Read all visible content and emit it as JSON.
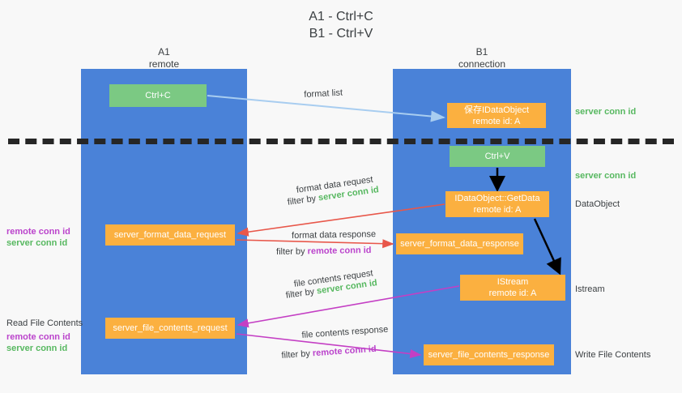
{
  "title": {
    "line1": "A1 - Ctrl+C",
    "line2": "B1 - Ctrl+V"
  },
  "lanes": [
    {
      "id": "a1",
      "name": "A1",
      "role": "remote"
    },
    {
      "id": "b1",
      "name": "B1",
      "role": "connection"
    }
  ],
  "nodes": {
    "ctrl_c": {
      "label": "Ctrl+C",
      "color": "#7bc983"
    },
    "save_idataobject": {
      "line1": "保存IDataObject",
      "line2": "remote id: A",
      "color": "#fbb040"
    },
    "ctrl_v": {
      "label": "Ctrl+V",
      "color": "#7bc983"
    },
    "getdata": {
      "line1": "IDataObject::GetData",
      "line2": "remote id: A",
      "color": "#fbb040"
    },
    "istream": {
      "line1": "IStream",
      "line2": "remote id: A",
      "color": "#fbb040"
    },
    "format_data_request": {
      "label": "server_format_data_request",
      "color": "#fbb040"
    },
    "format_data_response": {
      "label": "server_format_data_response",
      "color": "#fbb040"
    },
    "file_contents_request": {
      "label": "server_file_contents_request",
      "color": "#fbb040"
    },
    "file_contents_response": {
      "label": "server_file_contents_response",
      "color": "#fbb040"
    }
  },
  "edge_labels": {
    "format_list": "format list",
    "format_data_request": "format data request",
    "format_data_request_filter_prefix": "filter by ",
    "format_data_request_filter_value": "server conn id",
    "format_data_response": "format data response",
    "format_data_response_filter_prefix": "filter by ",
    "format_data_response_filter_value": "remote conn id",
    "file_contents_request": "file contents request",
    "file_contents_request_filter_prefix": "filter by ",
    "file_contents_request_filter_value": "server conn id",
    "file_contents_response": "file contents response",
    "file_contents_response_filter_prefix": "filter by ",
    "file_contents_response_filter_value": "remote conn id"
  },
  "annotations": {
    "server_conn_id_top": "server conn id",
    "server_conn_id_mid": "server conn id",
    "dataobject": "DataObject",
    "istream": "Istream",
    "write_file_contents": "Write File Contents",
    "read_file_contents": "Read File Contents",
    "remote_conn_id_1": "remote conn id",
    "server_conn_id_1": "server conn id",
    "remote_conn_id_2": "remote conn id",
    "server_conn_id_2": "server conn id"
  },
  "colors": {
    "lane": "#4a82d8",
    "green_box": "#7bc983",
    "orange_box": "#fbb040",
    "green_text": "#57b860",
    "purple_text": "#bb44cc",
    "arrow_light_blue": "#a8cdf0",
    "arrow_red": "#e8574a",
    "arrow_magenta": "#c43fc4",
    "arrow_black": "#000000",
    "background": "#f8f8f8",
    "divider": "#262626"
  }
}
